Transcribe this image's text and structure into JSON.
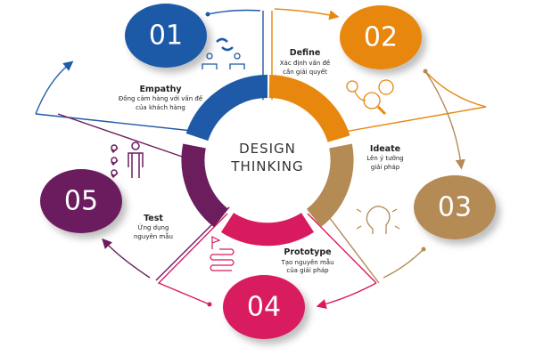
{
  "center": {
    "line1": "DESIGN",
    "line2": "THINKING"
  },
  "colors": {
    "empathy": "#1f5aa8",
    "define": "#e8870e",
    "ideate": "#b48a55",
    "prototype": "#d81b5e",
    "test": "#6b1d5e"
  },
  "steps": [
    {
      "number": "01",
      "title": "Empathy",
      "desc1": "Đồng cảm hàng với vấn đề",
      "desc2": "của khách hàng",
      "icon": "handshake-people-icon"
    },
    {
      "number": "02",
      "title": "Define",
      "desc1": "Xác định vấn đề",
      "desc2": "cần giải quyết",
      "icon": "magnifier-chat-icon"
    },
    {
      "number": "03",
      "title": "Ideate",
      "desc1": "Lên ý tưởng",
      "desc2": "giải pháp",
      "icon": "head-idea-icon"
    },
    {
      "number": "04",
      "title": "Prototype",
      "desc1": "Tạo nguyên mẫu",
      "desc2": "của giải pháp",
      "icon": "flag-path-icon"
    },
    {
      "number": "05",
      "title": "Test",
      "desc1": "Ứng dụng",
      "desc2": "nguyên mẫu",
      "icon": "checklist-person-icon"
    }
  ]
}
